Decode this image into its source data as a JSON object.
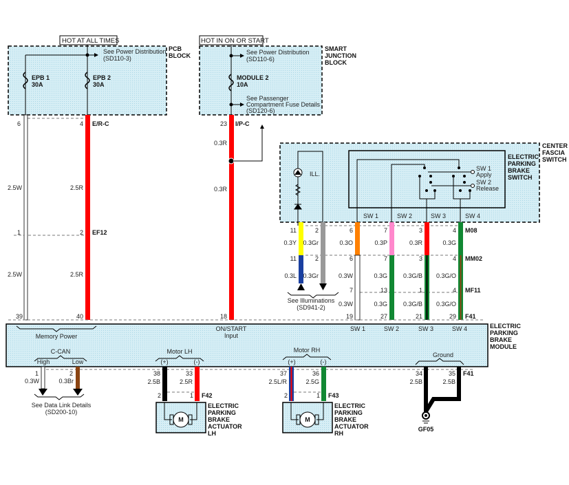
{
  "colors": {
    "block_fill": "#cfe9f2",
    "red": "#ff0000",
    "yellow": "#ffff00",
    "gray": "#999999",
    "orange": "#ff8000",
    "pink": "#ff88cc",
    "green": "#118833",
    "blue": "#1a3fa0",
    "brown": "#8b4513",
    "black": "#000000",
    "white": "#ffffff"
  },
  "power": {
    "hot_at_all_times": "HOT AT ALL TIMES",
    "hot_in_on_or_start": "HOT IN ON OR START"
  },
  "pcb_block": {
    "title_1": "PCB",
    "title_2": "BLOCK",
    "ref_1": "See Power Distribution",
    "ref_2": "(SD110-3)",
    "fuse1_name": "EPB 1",
    "fuse1_amp": "30A",
    "fuse2_name": "EPB 2",
    "fuse2_amp": "30A"
  },
  "sjb": {
    "title_1": "SMART",
    "title_2": "JUNCTION",
    "title_3": "BLOCK",
    "ref_1": "See Power Distribution",
    "ref_2": "(SD110-6)",
    "fuse_name": "MODULE 2",
    "fuse_amp": "10A",
    "ref2_1": "See Passenger",
    "ref2_2": "Compartment Fuse Details",
    "ref2_3": "(SD120-6)"
  },
  "connectors": {
    "erc": "E/R-C",
    "ipc": "I/P-C",
    "ef12": "EF12",
    "m08": "M08",
    "mm02": "MM02",
    "mf11": "MF11",
    "f41": "F41",
    "f42": "F42",
    "f43": "F43",
    "gf05": "GF05"
  },
  "wires": {
    "w1": {
      "pin_top": "6",
      "gauge": "2.5W",
      "pin_mid": "1",
      "gauge2": "2.5W",
      "pin_bot": "39"
    },
    "w2": {
      "pin_top": "4",
      "gauge": "2.5R",
      "pin_mid": "2",
      "gauge2": "2.5R",
      "pin_bot": "40"
    },
    "w3": {
      "pin_top": "23",
      "gauge": "0.3R",
      "gauge2": "0.3R",
      "pin_bot": "18"
    }
  },
  "switch_block": {
    "title_1": "CENTER",
    "title_2": "FASCIA",
    "title_3": "SWITCH",
    "inner_1": "ELECTRIC",
    "inner_2": "PARKING",
    "inner_3": "BRAKE",
    "inner_4": "SWITCH",
    "ill": "ILL.",
    "sw1_apply_1": "SW 1",
    "sw1_apply_2": "Apply",
    "sw2_release_1": "SW 2",
    "sw2_release_2": "Release",
    "sw_labels": [
      "SW 1",
      "SW 2",
      "SW 3",
      "SW 4"
    ]
  },
  "switch_wires": [
    {
      "m08_pin": "11",
      "g1": "0.3Y",
      "mm02_pin": "11",
      "g2": "0.3L"
    },
    {
      "m08_pin": "2",
      "g1": "0.3Gr",
      "mm02_pin": "2",
      "g2": "0.3Gr"
    },
    {
      "m08_pin": "6",
      "g1": "0.3O",
      "mm02_pin": "6",
      "g2": "0.3W",
      "mf11_pin": "7",
      "g3": "0.3W",
      "f41_pin": "19"
    },
    {
      "m08_pin": "7",
      "g1": "0.3P",
      "mm02_pin": "7",
      "g2": "0.3G",
      "mf11_pin": "13",
      "g3": "0.3G",
      "f41_pin": "27"
    },
    {
      "m08_pin": "3",
      "g1": "0.3R",
      "mm02_pin": "3",
      "g2": "0.3G/B",
      "mf11_pin": "1",
      "g3": "0.3G/B",
      "f41_pin": "21"
    },
    {
      "m08_pin": "4",
      "g1": "0.3G",
      "mm02_pin": "4",
      "g2": "0.3G/O",
      "mf11_pin": "4",
      "g3": "0.3G/O",
      "f41_pin": "29"
    }
  ],
  "illum_ref": {
    "line1": "See Illuminations",
    "line2": "(SD941-2)"
  },
  "module": {
    "title_1": "ELECTRIC",
    "title_2": "PARKING",
    "title_3": "BRAKE",
    "title_4": "MODULE",
    "memory_power": "Memory Power",
    "on_start_1": "ON/START",
    "on_start_2": "Input",
    "c_can": "C-CAN",
    "high": "High",
    "low": "Low",
    "motor_lh": "Motor LH",
    "motor_rh": "Motor RH",
    "plus": "(+)",
    "minus": "(-)",
    "ground": "Ground"
  },
  "bottom_wires": {
    "can_high": {
      "pin": "1",
      "gauge": "0.3W"
    },
    "can_low": {
      "pin": "2",
      "gauge": "0.3Br"
    },
    "lh_plus": {
      "pin": "38",
      "gauge": "2.5B",
      "act_pin": "2"
    },
    "lh_minus": {
      "pin": "33",
      "gauge": "2.5R",
      "act_pin": "1"
    },
    "rh_plus": {
      "pin": "37",
      "gauge": "2.5L/R",
      "act_pin": "2"
    },
    "rh_minus": {
      "pin": "36",
      "gauge": "2.5G",
      "act_pin": "1"
    },
    "gnd1": {
      "pin": "34",
      "gauge": "2.5B"
    },
    "gnd2": {
      "pin": "35",
      "gauge": "2.5B"
    }
  },
  "data_link_ref": {
    "line1": "See Data Link Details",
    "line2": "(SD200-10)"
  },
  "actuator_lh": {
    "l1": "ELECTRIC",
    "l2": "PARKING",
    "l3": "BRAKE",
    "l4": "ACTUATOR",
    "l5": "LH",
    "motor": "M"
  },
  "actuator_rh": {
    "l1": "ELECTRIC",
    "l2": "PARKING",
    "l3": "BRAKE",
    "l4": "ACTUATOR",
    "l5": "RH",
    "motor": "M"
  }
}
